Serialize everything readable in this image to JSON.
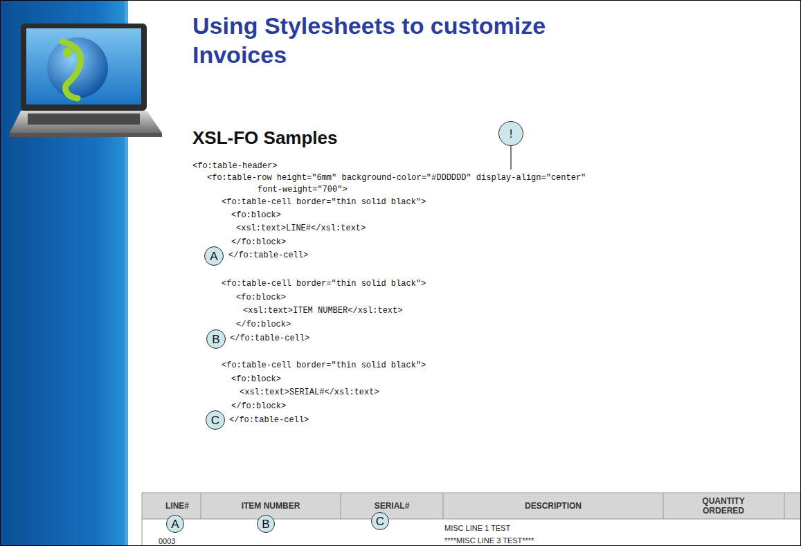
{
  "diagram": {
    "title": "Using Stylesheets to customize Invoices",
    "nodes": [
      {
        "text": [
          "!"
        ]
      },
      {
        "text": [
          "A"
        ]
      },
      {
        "text": [
          "B"
        ]
      },
      {
        "text": [
          "C"
        ]
      },
      {
        "text": [
          "A"
        ]
      },
      {
        "text": [
          "B"
        ]
      },
      {
        "text": [
          "C"
        ]
      }
    ],
    "labels": [
      "XSL-FO Samples",
      "<fo:table-header>",
      "<fo:table-row height=\"6mm\" background-color=\"#DDDDDD\" display-align=\"center\"",
      "font-weight=\"700\">",
      "<fo:table-cell border=\"thin solid black\">",
      "<fo:block>",
      "<xsl:text>LINE#</xsl:text>",
      "</fo:block>",
      "</fo:table-cell>",
      "<fo:table-cell border=\"thin solid black\">",
      "<fo:block>",
      "<xsl:text>ITEM NUMBER</xsl:text>",
      "</fo:block>",
      "</fo:table-cell>",
      "<fo:table-cell border=\"thin solid black\">",
      "<fo:block>",
      "<xsl:text>SERIAL#</xsl:text>",
      "</fo:block>",
      "</fo:table-cell>",
      "LINE#",
      "ITEM NUMBER",
      "SERIAL#",
      "DESCRIPTION",
      "QUANTITY ORDERED",
      "MISC LINE 1 TEST",
      "****MISC LINE 3 TEST****",
      "0003"
    ]
  }
}
